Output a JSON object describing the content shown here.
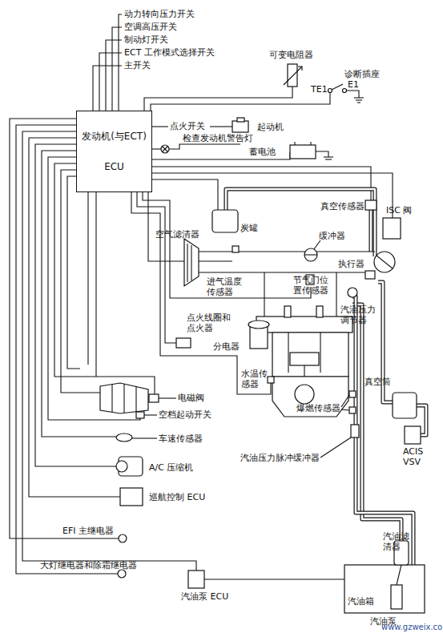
{
  "diagram": {
    "nodes": [
      {
        "text": [
          "发动机(与ECT)",
          "ECU"
        ]
      }
    ],
    "labels": [
      "动力转向压力开关",
      "空调高压开关",
      "制动灯开关",
      "ECT 工作模式选择开关",
      "主开关",
      "可变电阻器",
      "诊断插座",
      "TE1",
      "E1",
      "点火开关",
      "起动机",
      "检查发动机警告灯",
      "蓄电池",
      "真空传感器",
      "炭罐",
      "缓冲器",
      "ISC 阀",
      "空气滤清器",
      "进气温度传感器",
      "节气门位置传感器",
      "执行器",
      "汽油压力调节器",
      "点火线圈和点火器",
      "分电器",
      "电磁阀",
      "空档起动开关",
      "车速传感器",
      "A/C 压缩机",
      "巡航控制 ECU",
      "水温传感器",
      "爆燃传感器",
      "汽油压力脉冲缓冲器",
      "真空筒",
      "ACIS VSV",
      "EFI 主继电器",
      "大灯继电器和除霜继电器",
      "汽油泵 ECU",
      "汽油滤清器",
      "汽油箱",
      "汽油泵",
      "www.gzweix.co"
    ]
  }
}
